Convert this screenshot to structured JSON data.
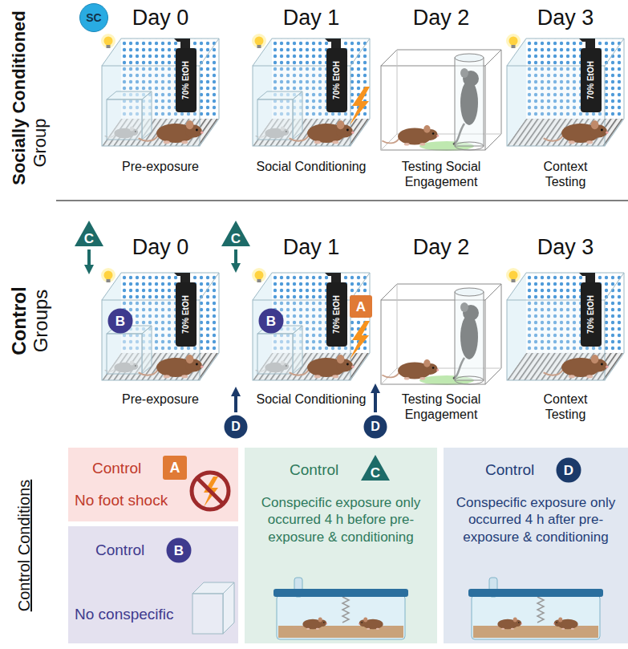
{
  "diagram": {
    "nodes": [
      {
        "text": [
          "SC"
        ]
      },
      {
        "text": [
          "C"
        ]
      },
      {
        "text": [
          "C"
        ]
      },
      {
        "text": [
          "B"
        ]
      },
      {
        "text": [
          "B"
        ]
      },
      {
        "text": [
          "A"
        ]
      },
      {
        "text": [
          "D"
        ]
      },
      {
        "text": [
          "D"
        ]
      },
      {
        "text": [
          "Control",
          "No foot shock"
        ]
      },
      {
        "text": [
          "A"
        ],
        "in": 8
      },
      {
        "text": [
          "Control",
          "No conspecific"
        ]
      },
      {
        "text": [
          "B"
        ],
        "in": 10
      },
      {
        "text": [
          "Control",
          "Conspecific exposure only occurred 4 h before pre-exposure & conditioning"
        ]
      },
      {
        "text": [
          "C"
        ],
        "in": 12
      },
      {
        "text": [
          "Control",
          "Conspecific exposure only occurred 4 h after pre-exposure & conditioning"
        ]
      },
      {
        "text": [
          "D"
        ],
        "in": 14
      }
    ],
    "labels": [
      "Socially Conditioned",
      "Group",
      "Day 0",
      "Day 1",
      "Day 2",
      "Day 3",
      "70% EtOH",
      "70% EtOH",
      "70% EtOH",
      "Pre-exposure",
      "Social Conditioning",
      "Testing Social Engagement",
      "Context Testing",
      "Control",
      "Groups",
      "Day 0",
      "Day 1",
      "Day 2",
      "Day 3",
      "70% EtOH",
      "70% EtOH",
      "70% EtOH",
      "Pre-exposure",
      "Social Conditioning",
      "Testing Social Engagement",
      "Context Testing",
      "Control Conditions"
    ]
  }
}
